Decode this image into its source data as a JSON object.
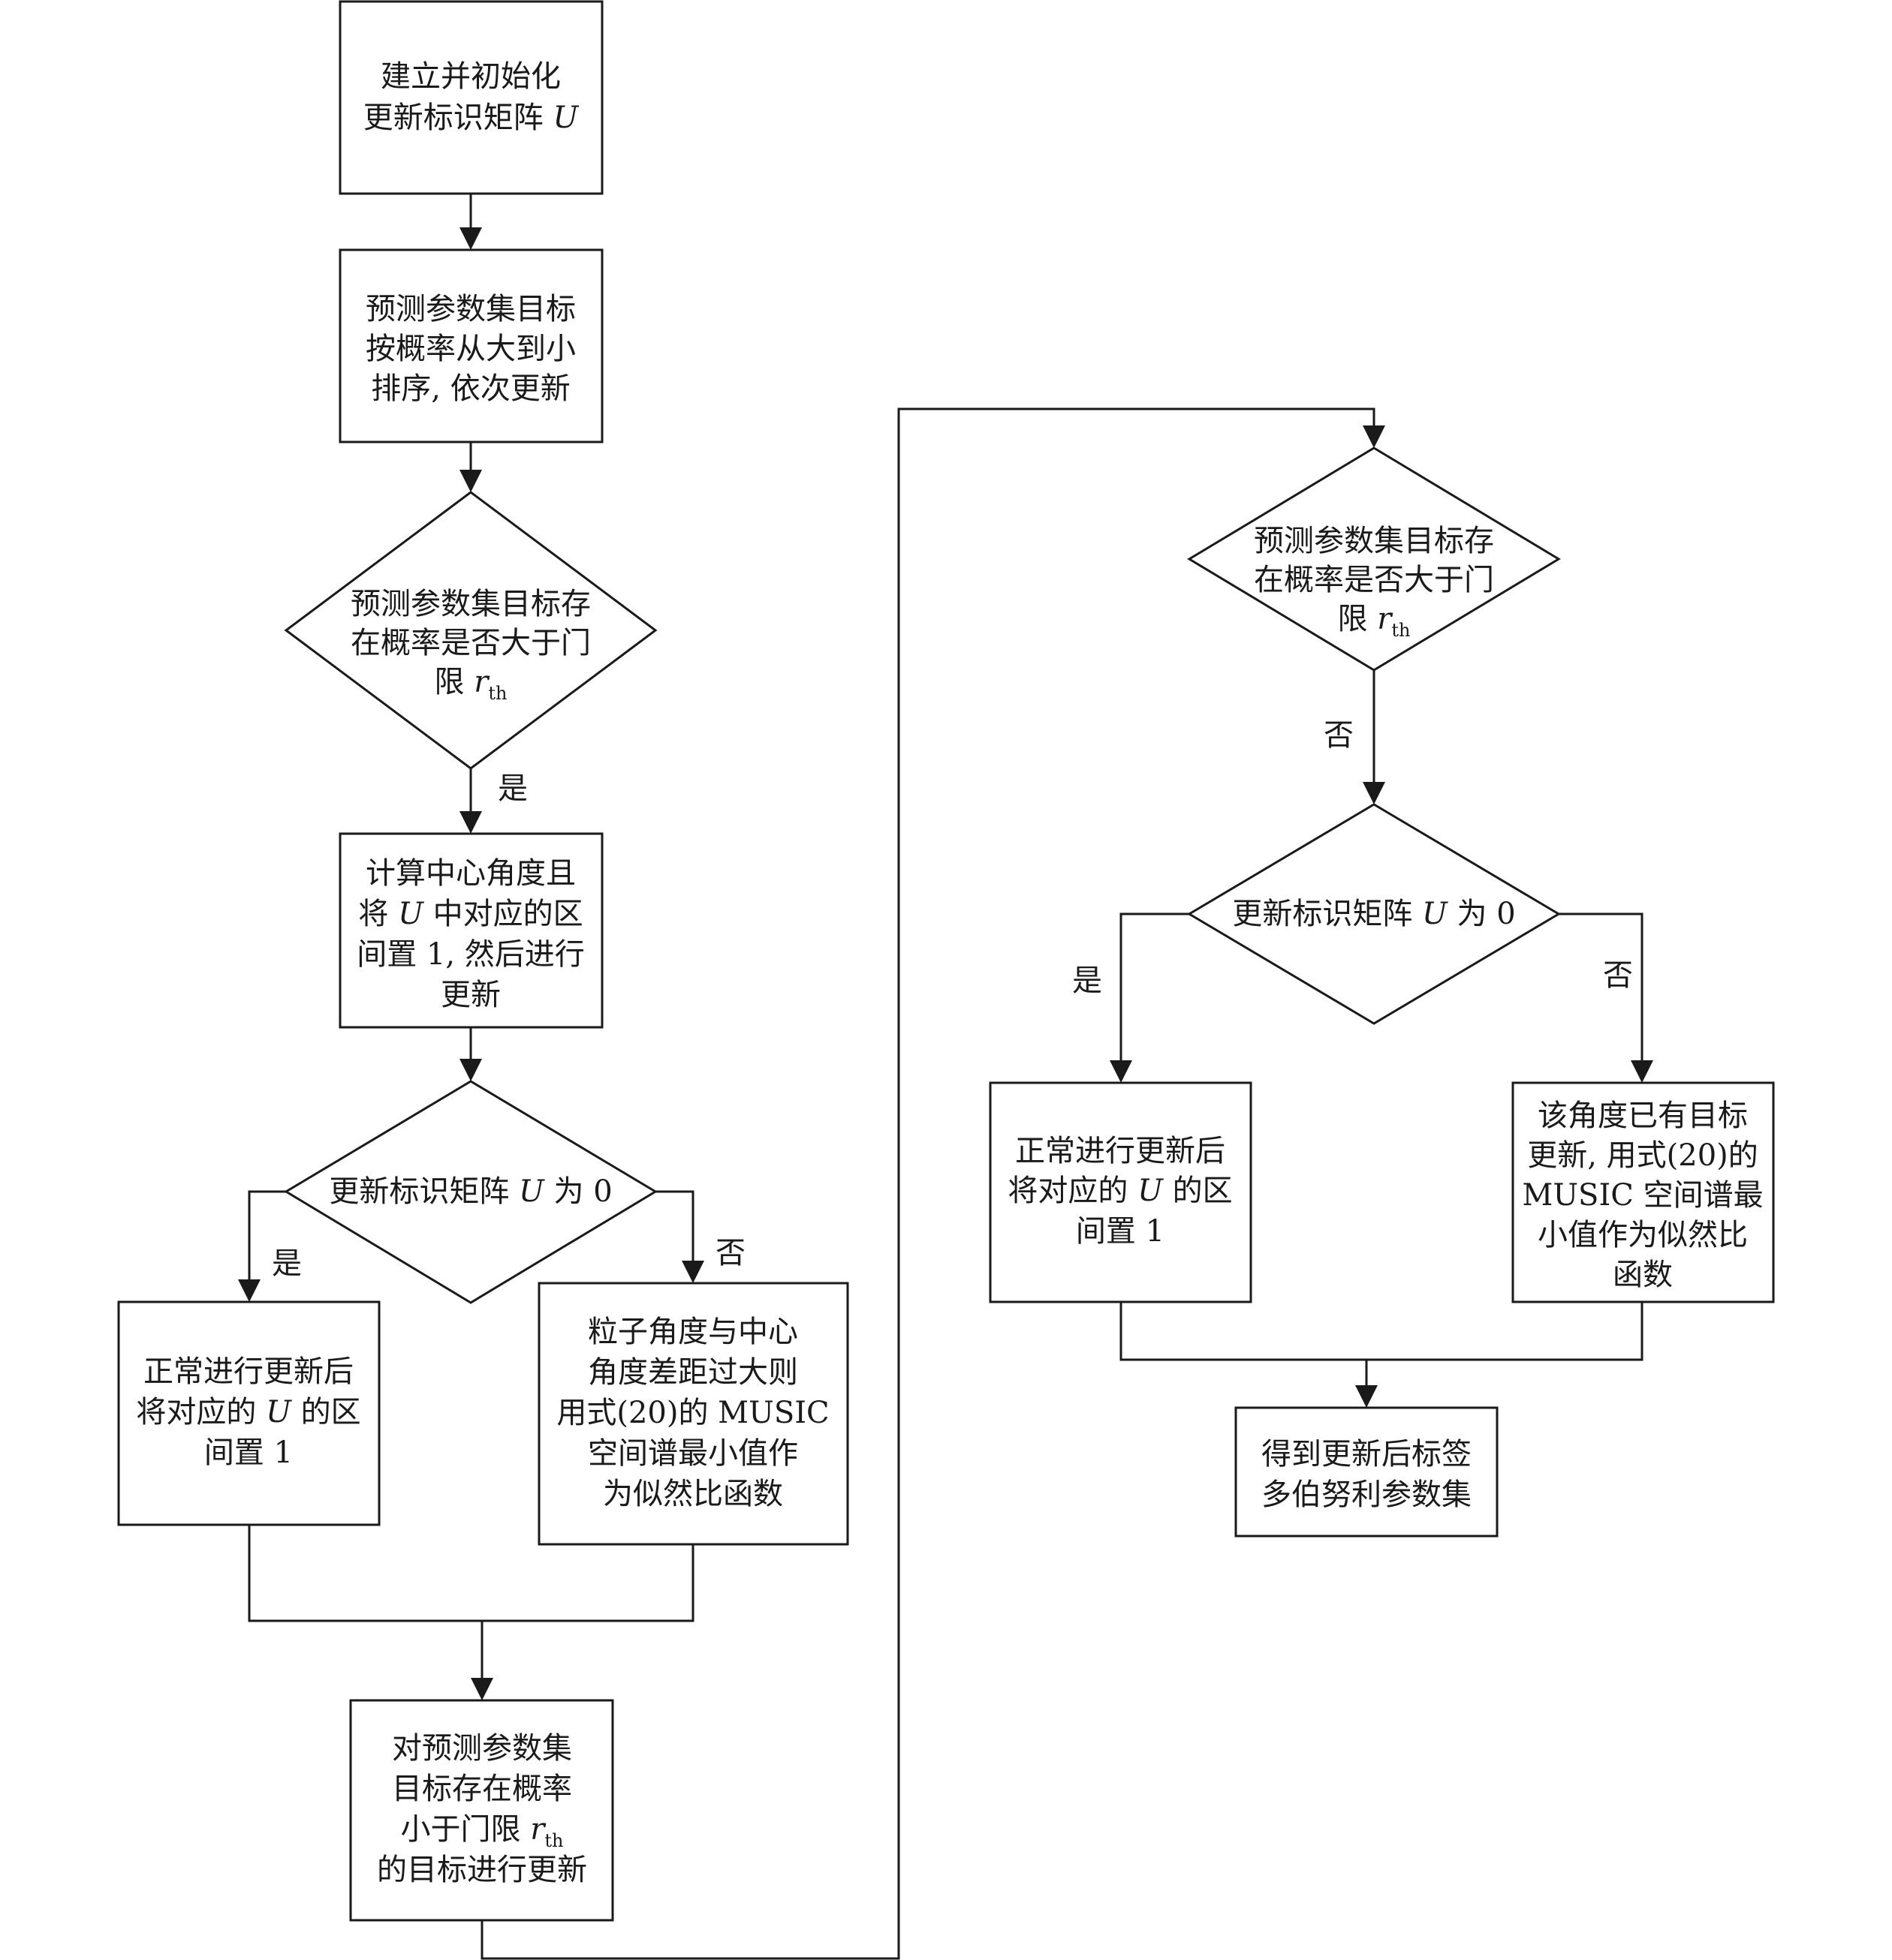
{
  "nodes": {
    "init": {
      "line1": "建立并初始化",
      "line2_pre": "更新标识矩阵 ",
      "line2_var": "U"
    },
    "sort": {
      "lines": [
        "预测参数集目标",
        "按概率从大到小",
        "排序, 依次更新"
      ]
    },
    "check_left": {
      "line1": "预测参数集目标存",
      "line2": "在概率是否大于门",
      "line3_pre": "限 ",
      "var": "r",
      "sub": "th"
    },
    "compute": {
      "line1": "计算中心角度且",
      "line2_a": "将 ",
      "line2_var": "U",
      "line2_b": " 中对应的区",
      "line3": "间置 1, 然后进行",
      "line4": "更新"
    },
    "u_zero_left": {
      "pre": "更新标识矩阵 ",
      "var": "U",
      "post": " 为 0"
    },
    "normal_left": {
      "line1": "正常进行更新后",
      "line2_a": "将对应的 ",
      "line2_var": "U",
      "line2_b": " 的区",
      "line3": "间置 1"
    },
    "particle": {
      "lines": [
        "粒子角度与中心",
        "角度差距过大则",
        "用式(20)的 MUSIC",
        "空间谱最小值作",
        "为似然比函数"
      ]
    },
    "low_prob": {
      "line1": "对预测参数集",
      "line2": "目标存在概率",
      "line3_pre": "小于门限 ",
      "var": "r",
      "sub": "th",
      "line4": "的目标进行更新"
    },
    "check_right": {
      "line1": "预测参数集目标存",
      "line2": "在概率是否大于门",
      "line3_pre": "限 ",
      "var": "r",
      "sub": "th"
    },
    "u_zero_right": {
      "pre": "更新标识矩阵 ",
      "var": "U",
      "post": " 为 0"
    },
    "normal_right": {
      "line1": "正常进行更新后",
      "line2_a": "将对应的 ",
      "line2_var": "U",
      "line2_b": " 的区",
      "line3": "间置 1"
    },
    "angle_exists": {
      "lines": [
        "该角度已有目标",
        "更新, 用式(20)的",
        "MUSIC 空间谱最",
        "小值作为似然比",
        "函数"
      ]
    },
    "result": {
      "lines": [
        "得到更新后标签",
        "多伯努利参数集"
      ]
    }
  },
  "edge_labels": {
    "check_left_yes": "是",
    "u_left_yes": "是",
    "u_left_no": "否",
    "check_right_no": "否",
    "u_right_yes": "是",
    "u_right_no": "否"
  }
}
